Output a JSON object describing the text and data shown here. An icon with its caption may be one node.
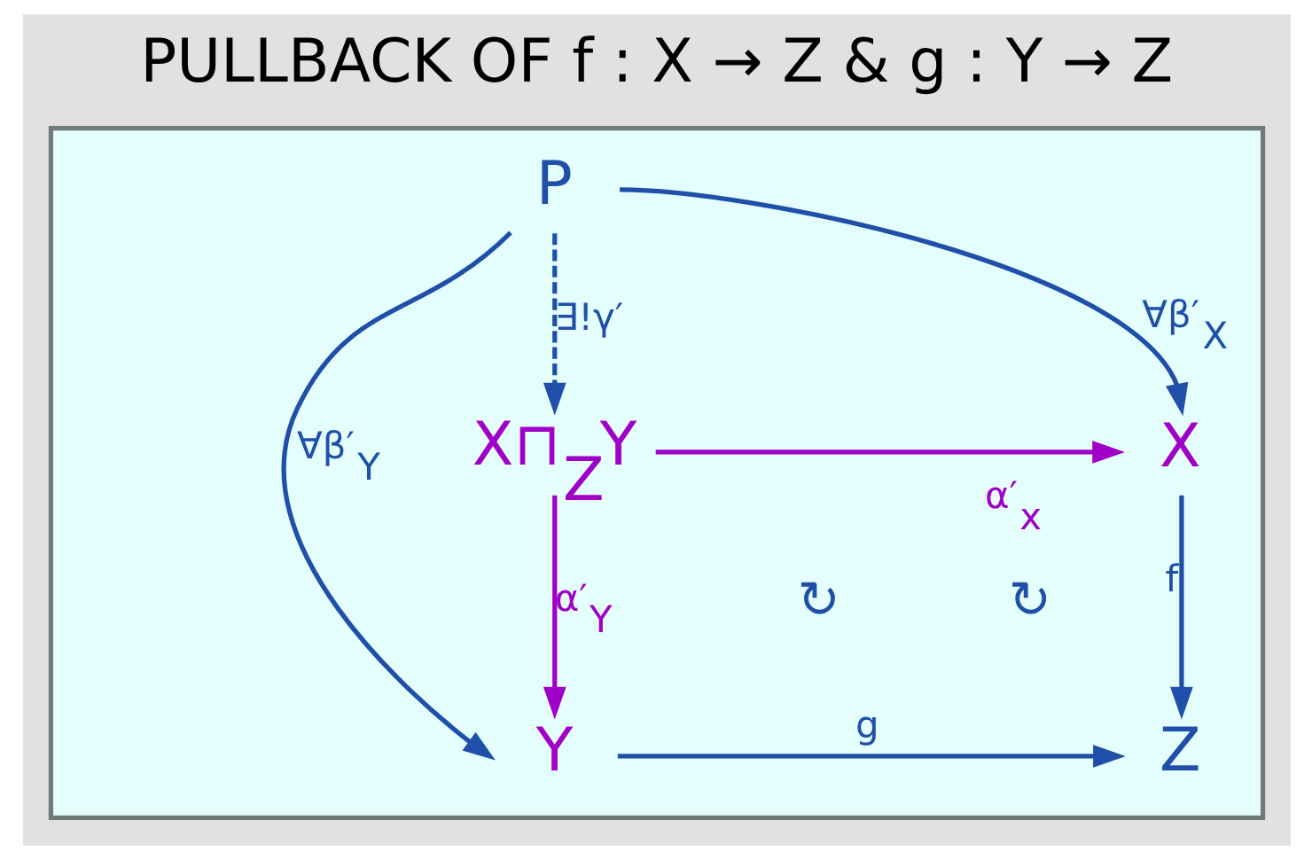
{
  "diagram": {
    "title": "PULLBACK OF f : X → Z & g : Y → Z",
    "nodes": [
      {
        "text": [],
        "shape": "box"
      },
      {
        "text": [
          "P"
        ],
        "in": 0
      },
      {
        "text": [
          "X⊓$_{Z}$Y"
        ],
        "in": 0
      },
      {
        "text": [
          "X"
        ],
        "in": 0
      },
      {
        "text": [
          "Y"
        ],
        "in": 0
      },
      {
        "text": [
          "Z"
        ],
        "in": 0
      }
    ],
    "edges": [
      {
        "from": 1,
        "to": 3,
        "arrow": "to",
        "label": "∀β′$_{X}$"
      },
      {
        "from": 1,
        "to": 2,
        "arrow": "to",
        "label": "∃!γ′",
        "style": "dashed"
      },
      {
        "from": 1,
        "to": 4,
        "arrow": "to",
        "label": "∀β′$_{Y}$"
      },
      {
        "from": 2,
        "to": 3,
        "arrow": "to",
        "label": "α′$_{x}$",
        "color": "#a000c8"
      },
      {
        "from": 2,
        "to": 4,
        "arrow": "to",
        "label": "α′$_{Y}$",
        "color": "#a000c8"
      },
      {
        "from": 3,
        "to": 5,
        "arrow": "to",
        "label": "f"
      },
      {
        "from": 4,
        "to": 5,
        "arrow": "to",
        "label": "g"
      }
    ],
    "labels": [
      "↻",
      "↻"
    ]
  }
}
